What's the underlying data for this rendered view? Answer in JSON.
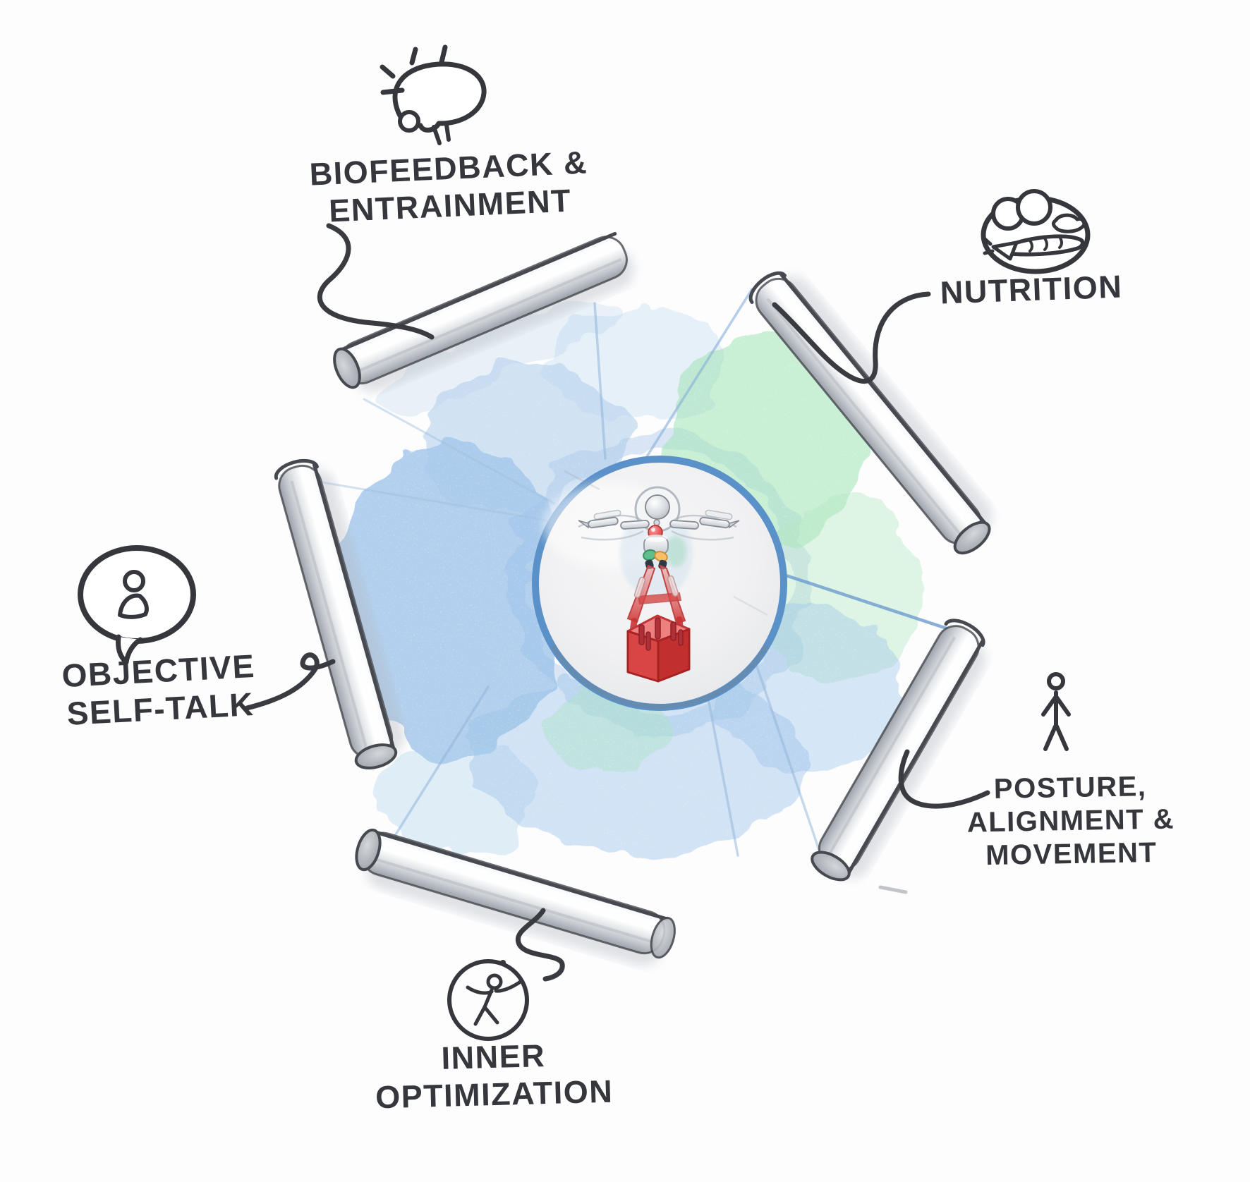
{
  "diagram": {
    "type": "hand-drawn-mind-map",
    "center": {
      "icon": "vitruvian-robot-on-red-cube-icon"
    },
    "nodes": [
      {
        "id": "biofeedback-entrainment",
        "icon": "brain-icon",
        "lines": [
          "BIOFEEDBACK &",
          "ENTRAINMENT"
        ]
      },
      {
        "id": "nutrition",
        "icon": "food-plate-icon",
        "lines": [
          "NUTRITION"
        ]
      },
      {
        "id": "posture-alignment-movement",
        "icon": "stick-figure-icon",
        "lines": [
          "POSTURE,",
          "ALIGNMENT &",
          "MOVEMENT"
        ]
      },
      {
        "id": "inner-optimization",
        "icon": "person-in-circle-icon",
        "lines": [
          "INNER",
          "OPTIMIZATION"
        ]
      },
      {
        "id": "objective-self-talk",
        "icon": "speech-bubble-icon",
        "lines": [
          "OBJECTIVE",
          "SELF-TALK"
        ]
      }
    ],
    "colors": {
      "ink": "#36373c",
      "glow_blue": "#8fb9e6",
      "glow_green": "#9fe3b4",
      "circle_rim_blue": "#5b91c9",
      "cube_red": "#d94545",
      "bar_metal": "#c9cdd2"
    }
  }
}
